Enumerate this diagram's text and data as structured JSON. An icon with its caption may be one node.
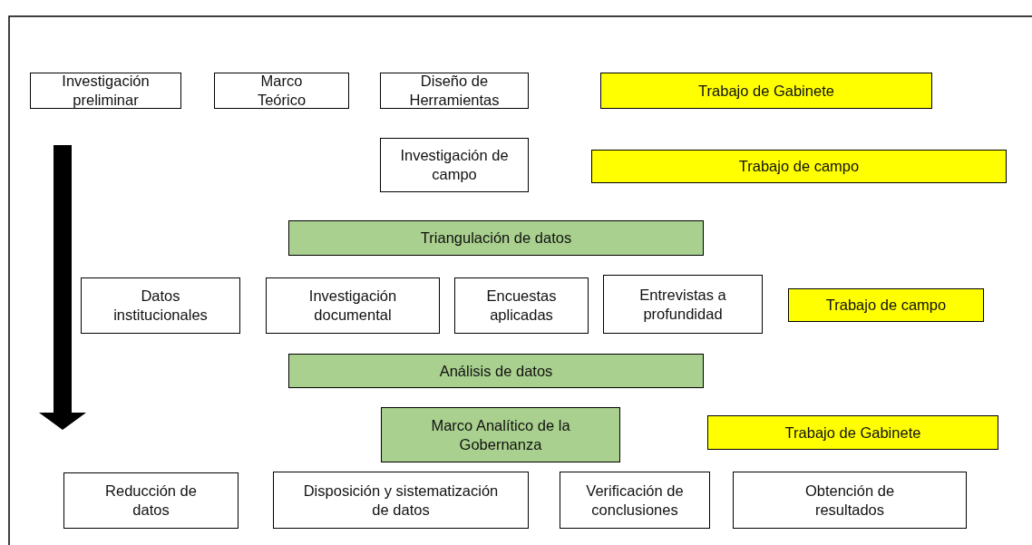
{
  "diagram": {
    "nodes": [
      {
        "text": [
          "Investigación preliminar"
        ]
      },
      {
        "text": [
          "Marco Teórico"
        ]
      },
      {
        "text": [
          "Diseño de Herramientas"
        ]
      },
      {
        "text": [
          "Trabajo de Gabinete"
        ]
      },
      {
        "text": [
          "Investigación de campo"
        ]
      },
      {
        "text": [
          "Trabajo de campo"
        ]
      },
      {
        "text": [
          "Triangulación de datos"
        ]
      },
      {
        "text": [
          "Datos institucionales"
        ]
      },
      {
        "text": [
          "Investigación documental"
        ]
      },
      {
        "text": [
          "Encuestas aplicadas"
        ]
      },
      {
        "text": [
          "Entrevistas a profundidad"
        ]
      },
      {
        "text": [
          "Trabajo de campo"
        ]
      },
      {
        "text": [
          "Análisis de datos"
        ]
      },
      {
        "text": [
          "Marco Analítico de la Gobernanza"
        ]
      },
      {
        "text": [
          "Trabajo de Gabinete"
        ]
      },
      {
        "text": [
          "Reducción de datos"
        ]
      },
      {
        "text": [
          "Disposición y sistematización de datos"
        ]
      },
      {
        "text": [
          "Verificación de conclusiones"
        ]
      },
      {
        "text": [
          "Obtención de resultados"
        ]
      }
    ],
    "edges": []
  }
}
